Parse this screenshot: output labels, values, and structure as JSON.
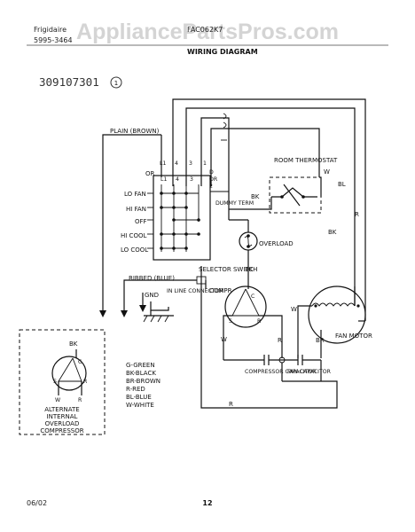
{
  "watermark": "AppliancePartsPros.com",
  "header": {
    "brand": "Frigidaire",
    "line2": "5995-3464",
    "model": "FAC062K7",
    "title": "WIRING DIAGRAM"
  },
  "part_code": "309107301",
  "revision": "1",
  "labels": {
    "plain_brown": "PLAIN (BROWN)",
    "or_left": "OR",
    "term_l1": "L1",
    "term_4a": "4",
    "term_3": "3",
    "term_1": "1",
    "term_4b": "4",
    "term_3b": "3",
    "term_d": "D",
    "term_or": "OR",
    "term_2": "2",
    "dummy_term": "DUMMY TERM",
    "lo_fan": "LO FAN",
    "hi_fan": "HI FAN",
    "off": "OFF",
    "hi_cool": "HI COOL",
    "lo_cool": "LO COOL",
    "ribbed_blue": "RIBBED (BLUE)",
    "selector_switch": "SELECTOR SWITCH",
    "gnd": "GND",
    "in_line_connector": "IN LINE CONNECTOR",
    "room_thermostat": "ROOM THERMOSTAT",
    "w1": "W",
    "bl": "BL",
    "bk1": "BK",
    "r1": "R",
    "bk2": "BK",
    "overload": "OVERLOAD",
    "bk3": "BK",
    "compr": "COMPR",
    "comp_c": "C",
    "comp_s": "S",
    "comp_r": "R",
    "w2": "W",
    "r2": "R",
    "w3": "W",
    "br": "BR",
    "fan_motor": "FAN MOTOR",
    "compressor_capacitor": "COMPRESSOR CAPACITOR",
    "fan_capacitor": "FAN CAPACITOR",
    "r3": "R"
  },
  "inset": {
    "bk": "BK",
    "c": "C",
    "s": "S",
    "r": "R",
    "w": "W",
    "caption": [
      "ALTERNATE",
      "INTERNAL",
      "OVERLOAD",
      "COMPRESSOR"
    ]
  },
  "legend": [
    "G-GREEN",
    "BK-BLACK",
    "BR-BROWN",
    "R-RED",
    "BL-BLUE",
    "W-WHITE"
  ],
  "footer": {
    "date": "06/02",
    "page": "12"
  }
}
